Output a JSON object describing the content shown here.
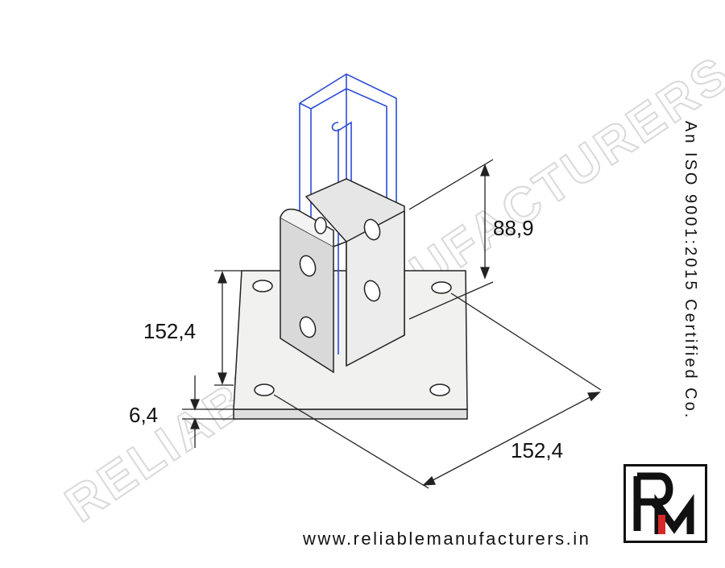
{
  "dimensions": {
    "channel_height": "88,9",
    "plate_height": "152,4",
    "plate_thickness": "6,4",
    "plate_width": "152,4"
  },
  "certification": "An ISO 9001:2015 Certified Co.",
  "website": "www.reliablemanufacturers.in",
  "watermark": "RELIABLE MANUFACTURERS",
  "logo": {
    "letters": "RM",
    "colors": {
      "main": "#111111",
      "accent": "#d62828"
    }
  },
  "colors": {
    "plate_fill": "#f1f1ef",
    "outline": "#222222",
    "channel_line": "#2d4bd8"
  }
}
